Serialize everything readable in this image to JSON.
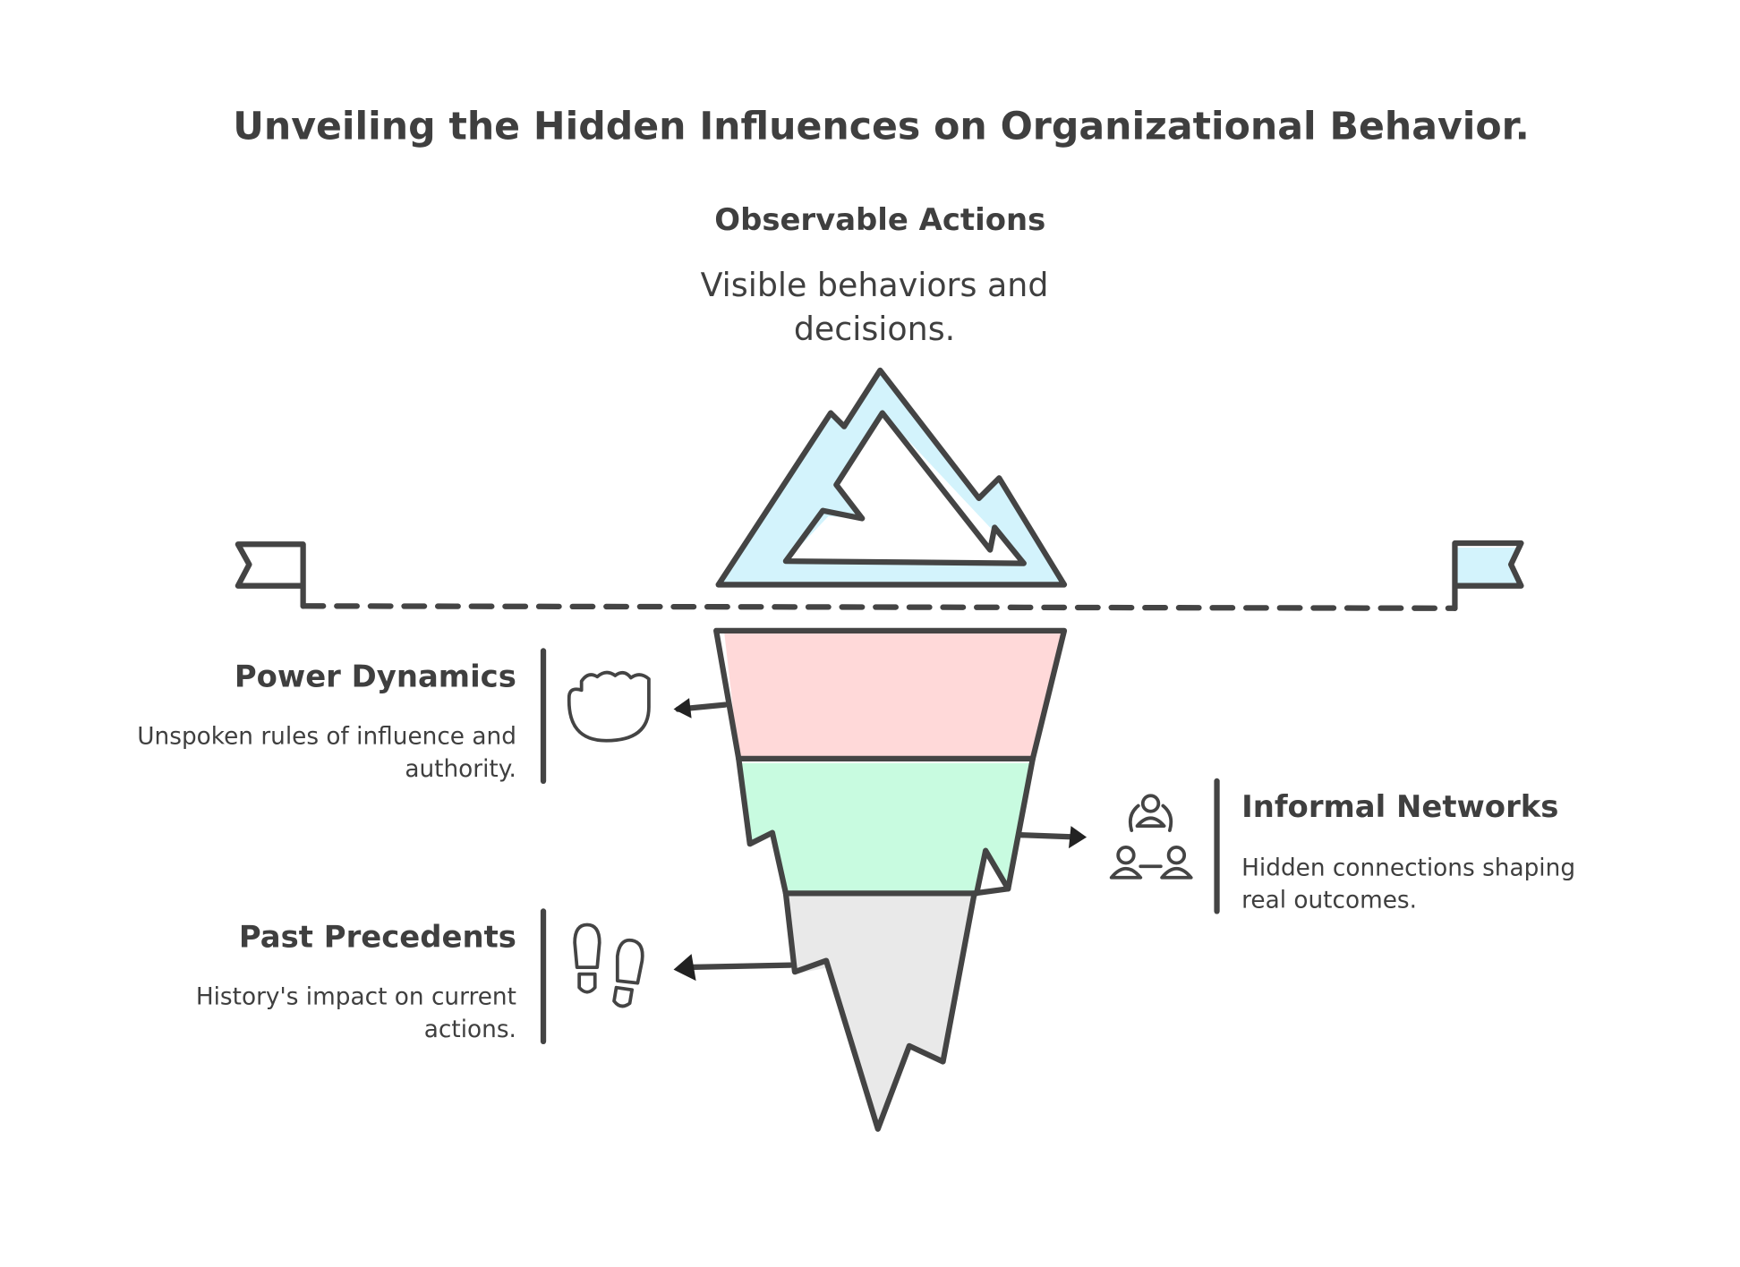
{
  "title": "Unveiling the Hidden Influences on Organizational Behavior.",
  "top": {
    "heading": "Observable Actions",
    "desc_line1": "Visible behaviors and",
    "desc_line2": "decisions."
  },
  "layers": [
    {
      "heading": "Power Dynamics",
      "desc_line1": "Unspoken rules of influence and",
      "desc_line2": "authority.",
      "icon": "fist-icon",
      "color": "#ffd9d9"
    },
    {
      "heading": "Informal Networks",
      "desc_line1": "Hidden connections shaping",
      "desc_line2": "real outcomes.",
      "icon": "people-network-icon",
      "color": "#c8fbe0"
    },
    {
      "heading": "Past Precedents",
      "desc_line1": "History's impact on current",
      "desc_line2": "actions.",
      "icon": "footprints-icon",
      "color": "#e9e9e9"
    }
  ],
  "colors": {
    "tip": "#d3f3fc",
    "stroke": "#444444"
  }
}
